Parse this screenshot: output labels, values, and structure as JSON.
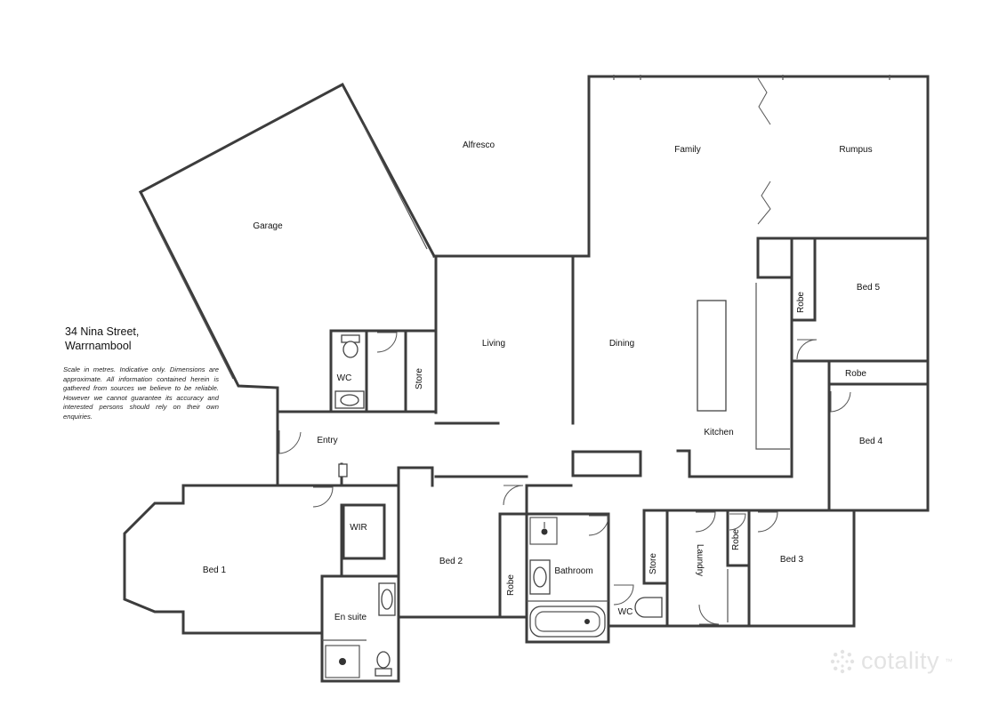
{
  "address": {
    "line1": "34 Nina Street,",
    "line2": "Warrnambool"
  },
  "disclaimer": "Scale in metres. Indicative only. Dimensions are approximate. All information contained herein is gathered from sources we believe to be reliable. However we cannot guarantee its accuracy and interested persons should rely on their own enquiries.",
  "brand": {
    "name": "cotality",
    "trademark": "™",
    "color": "#e3e3e3"
  },
  "rooms": {
    "garage": "Garage",
    "alfresco": "Alfresco",
    "family": "Family",
    "rumpus": "Rumpus",
    "living": "Living",
    "dining": "Dining",
    "kitchen": "Kitchen",
    "entry": "Entry",
    "wc1": "WC",
    "store1": "Store",
    "bed1": "Bed 1",
    "wir": "WIR",
    "ensuite": "En suite",
    "bed2": "Bed 2",
    "robe_bed2": "Robe",
    "bathroom": "Bathroom",
    "wc2": "WC",
    "store2": "Store",
    "laundry": "Laundry",
    "robe_bed3": "Robe",
    "bed3": "Bed 3",
    "bed4": "Bed 4",
    "robe_bed4": "Robe",
    "bed5": "Bed 5",
    "robe_bed5": "Robe"
  },
  "colors": {
    "wall": "#3c3c3c",
    "background": "#ffffff"
  }
}
